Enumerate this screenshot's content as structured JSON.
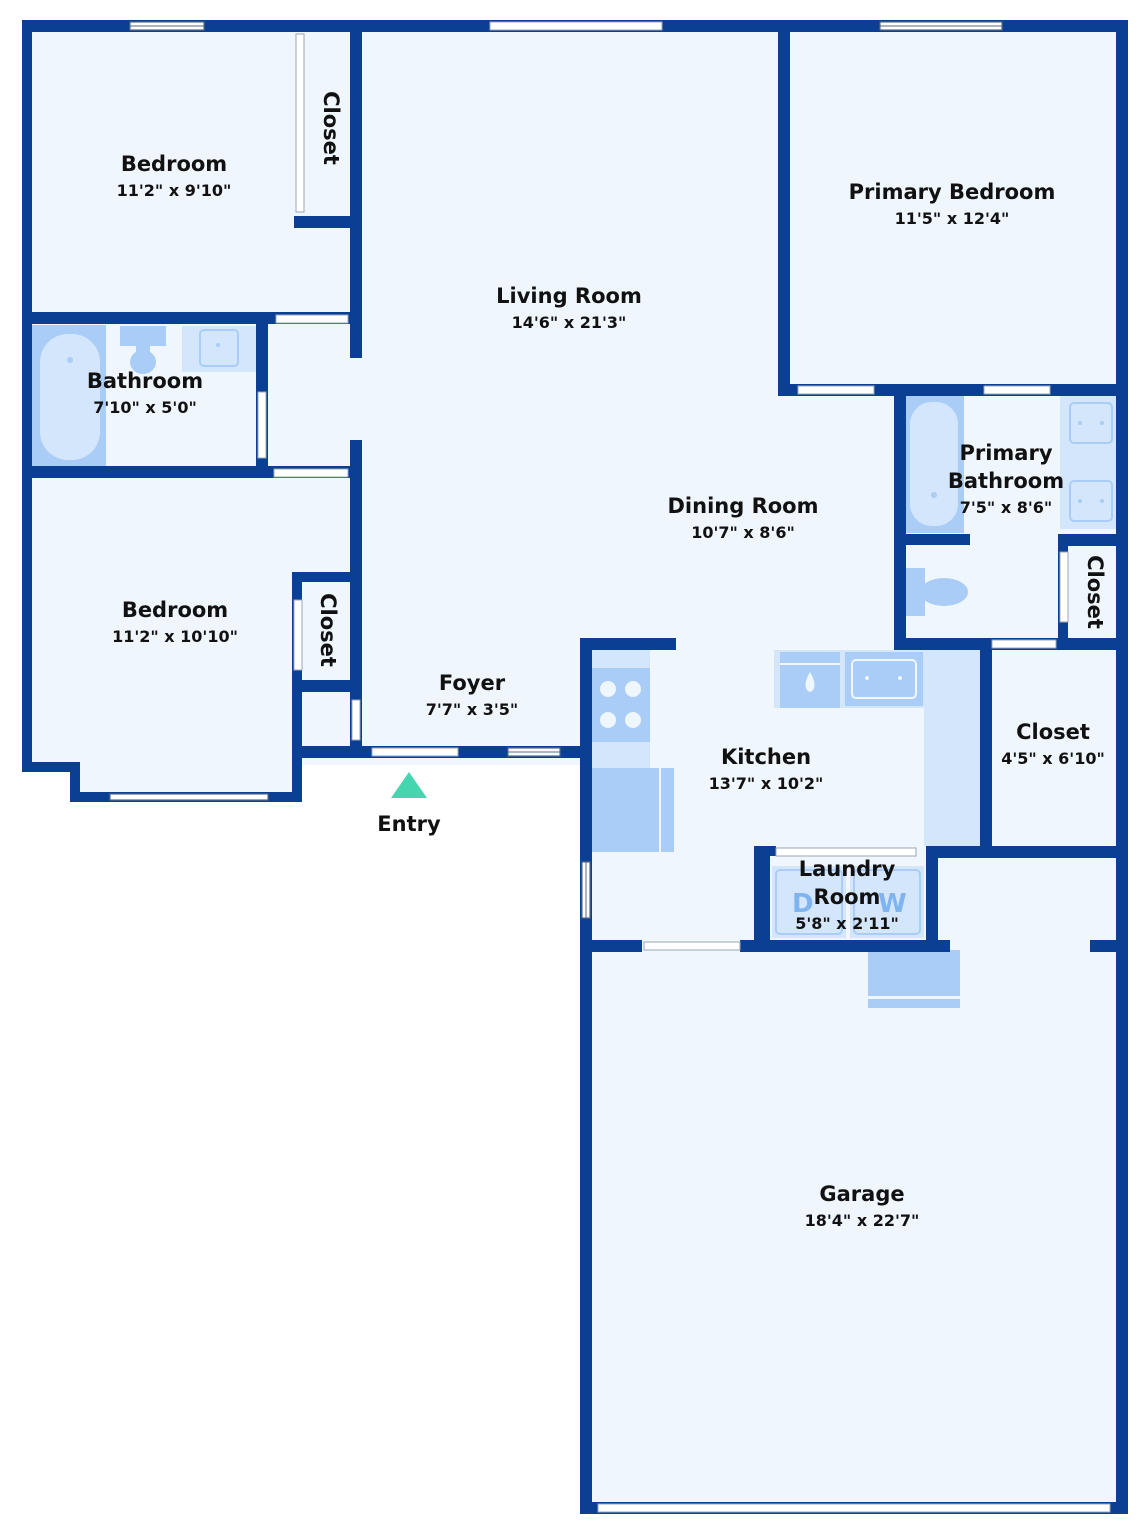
{
  "rooms": {
    "bedroom_1": {
      "name": "Bedroom",
      "dims": "11'2\" x 9'10\""
    },
    "bedroom_1_closet": {
      "name": "Closet"
    },
    "bathroom": {
      "name": "Bathroom",
      "dims": "7'10\" x 5'0\""
    },
    "bedroom_2": {
      "name": "Bedroom",
      "dims": "11'2\" x 10'10\""
    },
    "bedroom_2_closet": {
      "name": "Closet"
    },
    "living_room": {
      "name": "Living Room",
      "dims": "14'6\" x 21'3\""
    },
    "foyer": {
      "name": "Foyer",
      "dims": "7'7\" x 3'5\""
    },
    "dining_room": {
      "name": "Dining Room",
      "dims": "10'7\" x 8'6\""
    },
    "kitchen": {
      "name": "Kitchen",
      "dims": "13'7\" x 10'2\""
    },
    "primary_bedroom": {
      "name": "Primary Bedroom",
      "dims": "11'5\" x 12'4\""
    },
    "primary_bathroom": {
      "name_line1": "Primary",
      "name_line2": "Bathroom",
      "dims": "7'5\" x 8'6\""
    },
    "primary_bath_closet": {
      "name": "Closet"
    },
    "closet": {
      "name": "Closet",
      "dims": "4'5\" x 6'10\""
    },
    "laundry_room": {
      "name_line1": "Laundry",
      "name_line2": "Room",
      "dims": "5'8\" x 2'11\"",
      "dryer": "D",
      "washer": "W"
    },
    "garage": {
      "name": "Garage",
      "dims": "18'4\" x 22'7\""
    }
  },
  "entry": {
    "label": "Entry",
    "marker_color": "#45d6b0"
  },
  "colors": {
    "wall": "#0b3f93",
    "floor": "#eff6fd",
    "fixture": "#a9cdf6"
  }
}
